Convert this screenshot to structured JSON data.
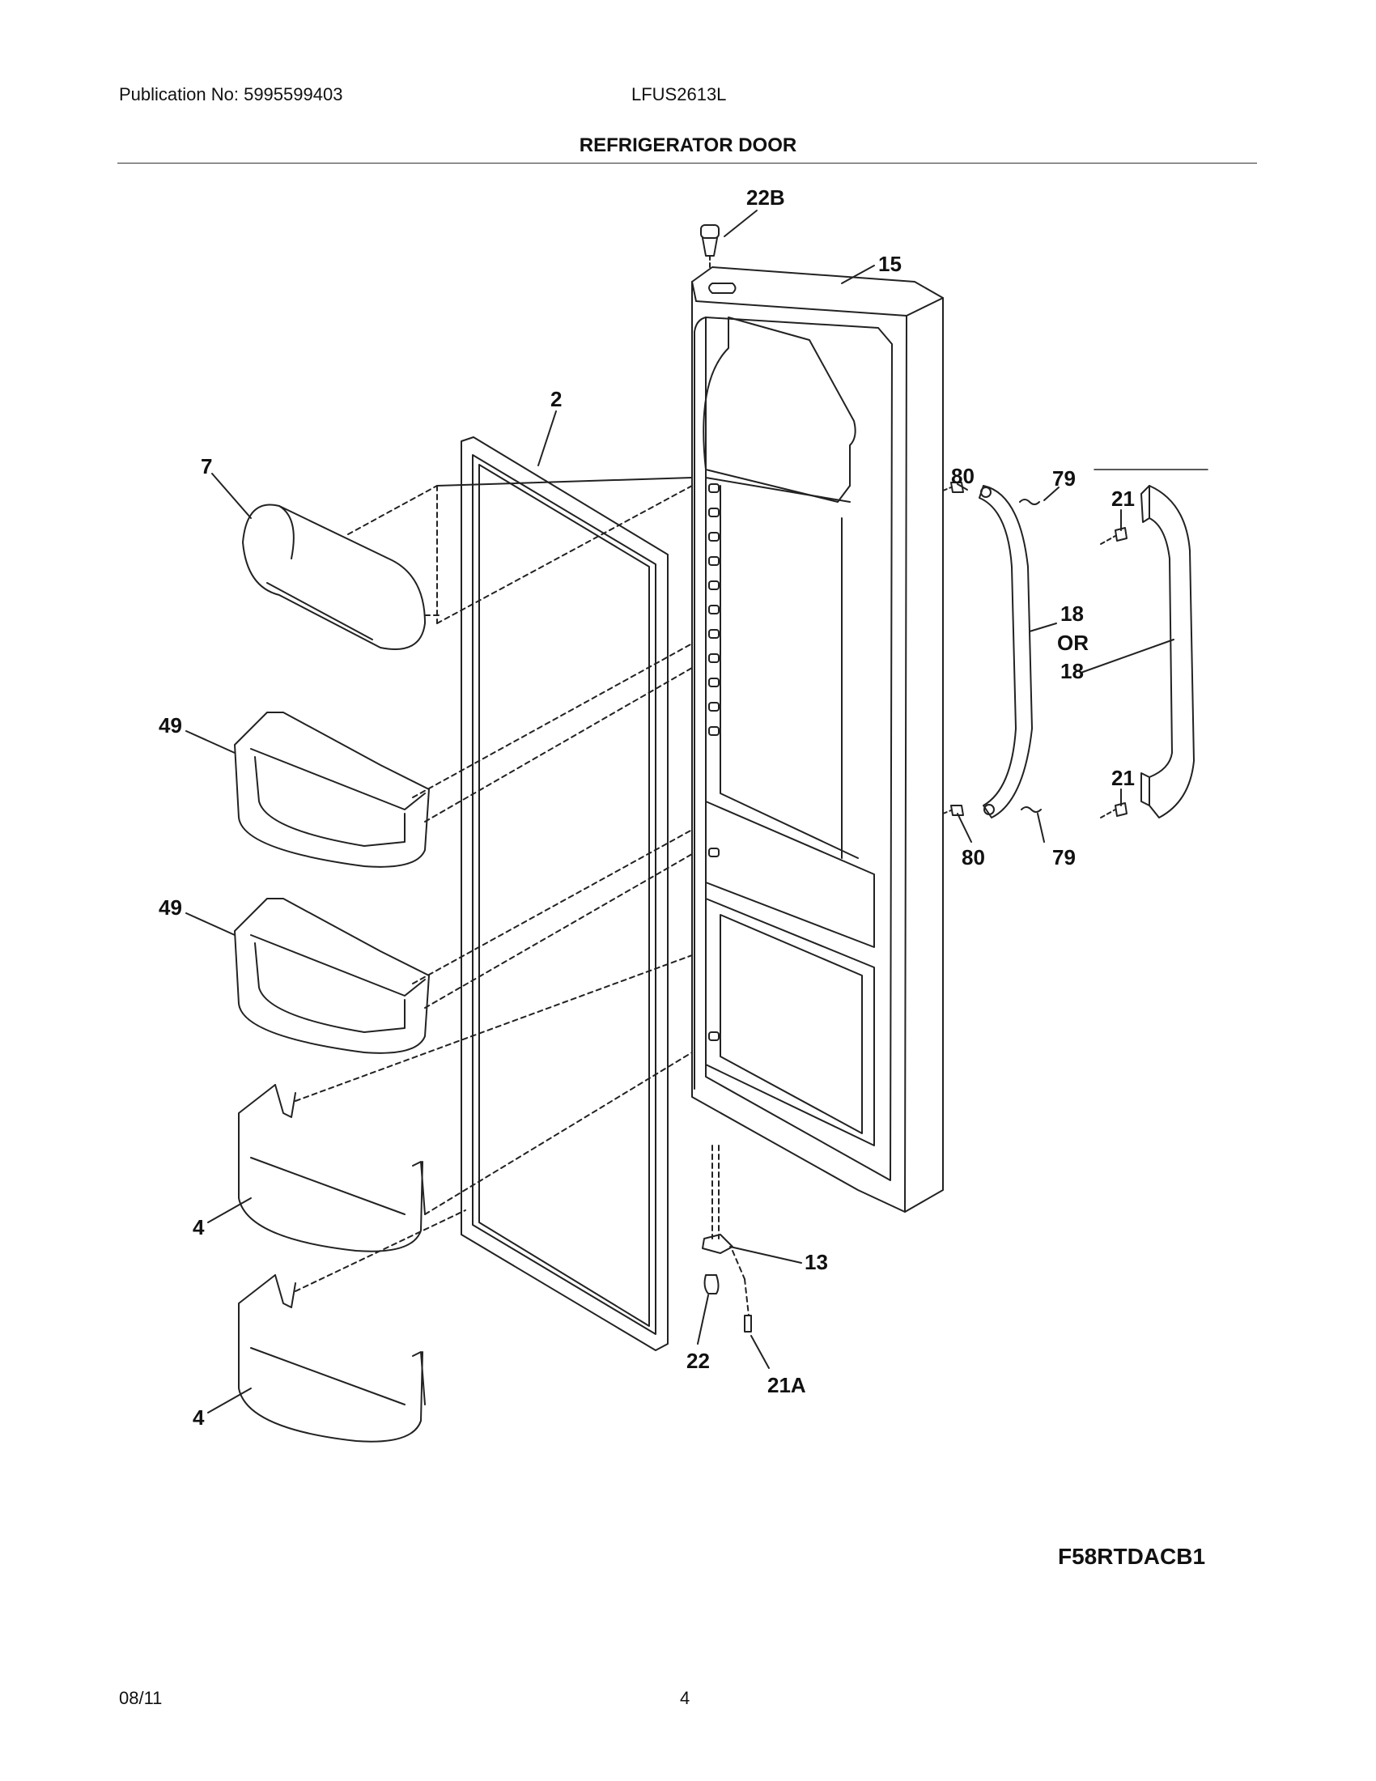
{
  "header": {
    "publication": "Publication No: 5995599403",
    "model": "LFUS2613L",
    "title": "REFRIGERATOR DOOR"
  },
  "callouts": {
    "c22b": "22B",
    "c15": "15",
    "c2": "2",
    "c7": "7",
    "c80a": "80",
    "c79a": "79",
    "c21a": "21",
    "c18a": "18",
    "cor": "OR",
    "c18b": "18",
    "c49a": "49",
    "c49b": "49",
    "c21b": "21",
    "c80b": "80",
    "c79b": "79",
    "c4a": "4",
    "c13": "13",
    "c22": "22",
    "c21A": "21A",
    "c4b": "4"
  },
  "figure_code": "F58RTDACB1",
  "footer": {
    "date": "08/11",
    "page": "4"
  }
}
